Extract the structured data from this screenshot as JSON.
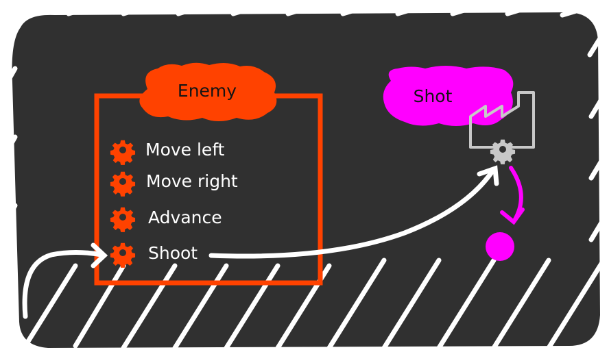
{
  "enemy": {
    "title": "Enemy",
    "methods": [
      {
        "label": "Move left"
      },
      {
        "label": "Move right"
      },
      {
        "label": "Advance"
      },
      {
        "label": "Shoot"
      }
    ]
  },
  "shot": {
    "title": "Shot"
  },
  "colors": {
    "background": "#303030",
    "enemy": "#ff4200",
    "shot": "#ff00ff",
    "arrow": "#ffffff",
    "factory": "#c8c8c8"
  },
  "icons": {
    "method": "gear-icon",
    "factory": "factory-icon",
    "instance": "dot-icon"
  }
}
